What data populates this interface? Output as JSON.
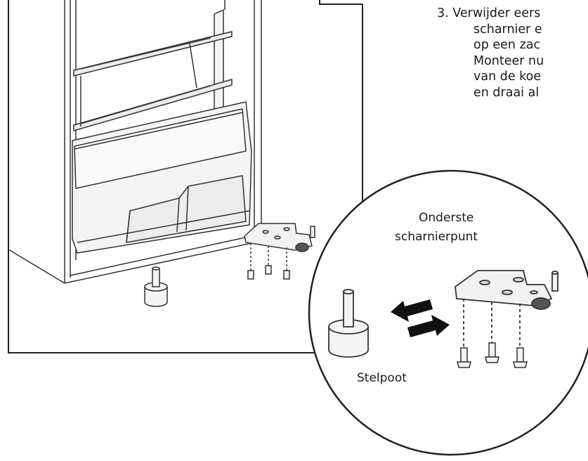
{
  "instruction": {
    "lines": [
      "3. Verwijder eers",
      "scharnier e",
      "op een zac",
      "Monteer nu",
      "van de koe",
      "en draai al"
    ]
  },
  "labels": {
    "hinge_line1": "Onderste",
    "hinge_line2": "scharnierpunt",
    "foot": "Stelpoot"
  },
  "colors": {
    "line": "#1f1f1f",
    "arrow_fill": "#111111"
  }
}
